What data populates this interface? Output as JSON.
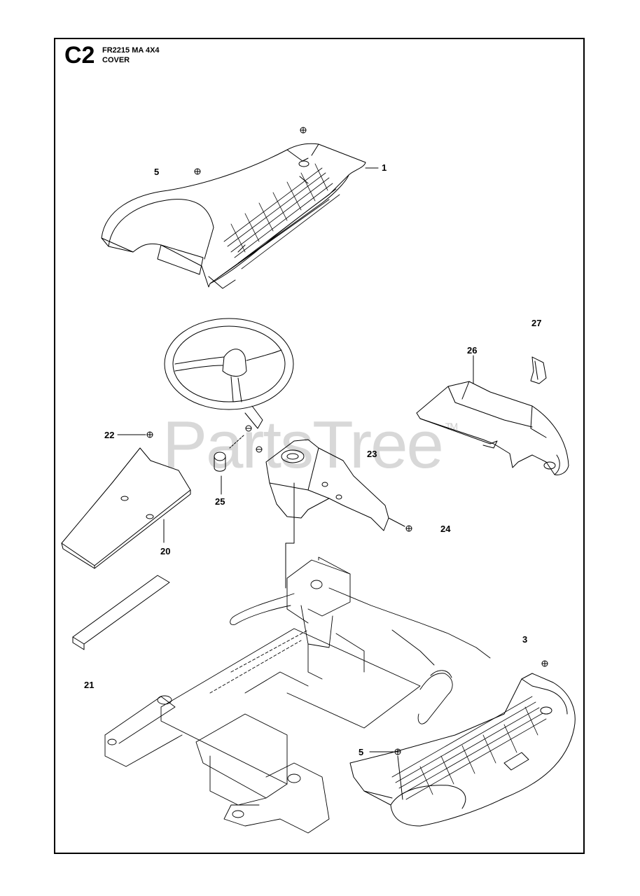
{
  "header": {
    "section_code": "C2",
    "model": "FR2215 MA 4X4",
    "title": "COVER"
  },
  "watermark": {
    "text": "PartsTree",
    "tm": "TM"
  },
  "callouts": [
    "1",
    "5",
    "27",
    "26",
    "22",
    "23",
    "25",
    "24",
    "20",
    "3",
    "21",
    "5"
  ],
  "colors": {
    "line": "#000000",
    "watermark": "#d8d8d8",
    "background": "#ffffff"
  }
}
